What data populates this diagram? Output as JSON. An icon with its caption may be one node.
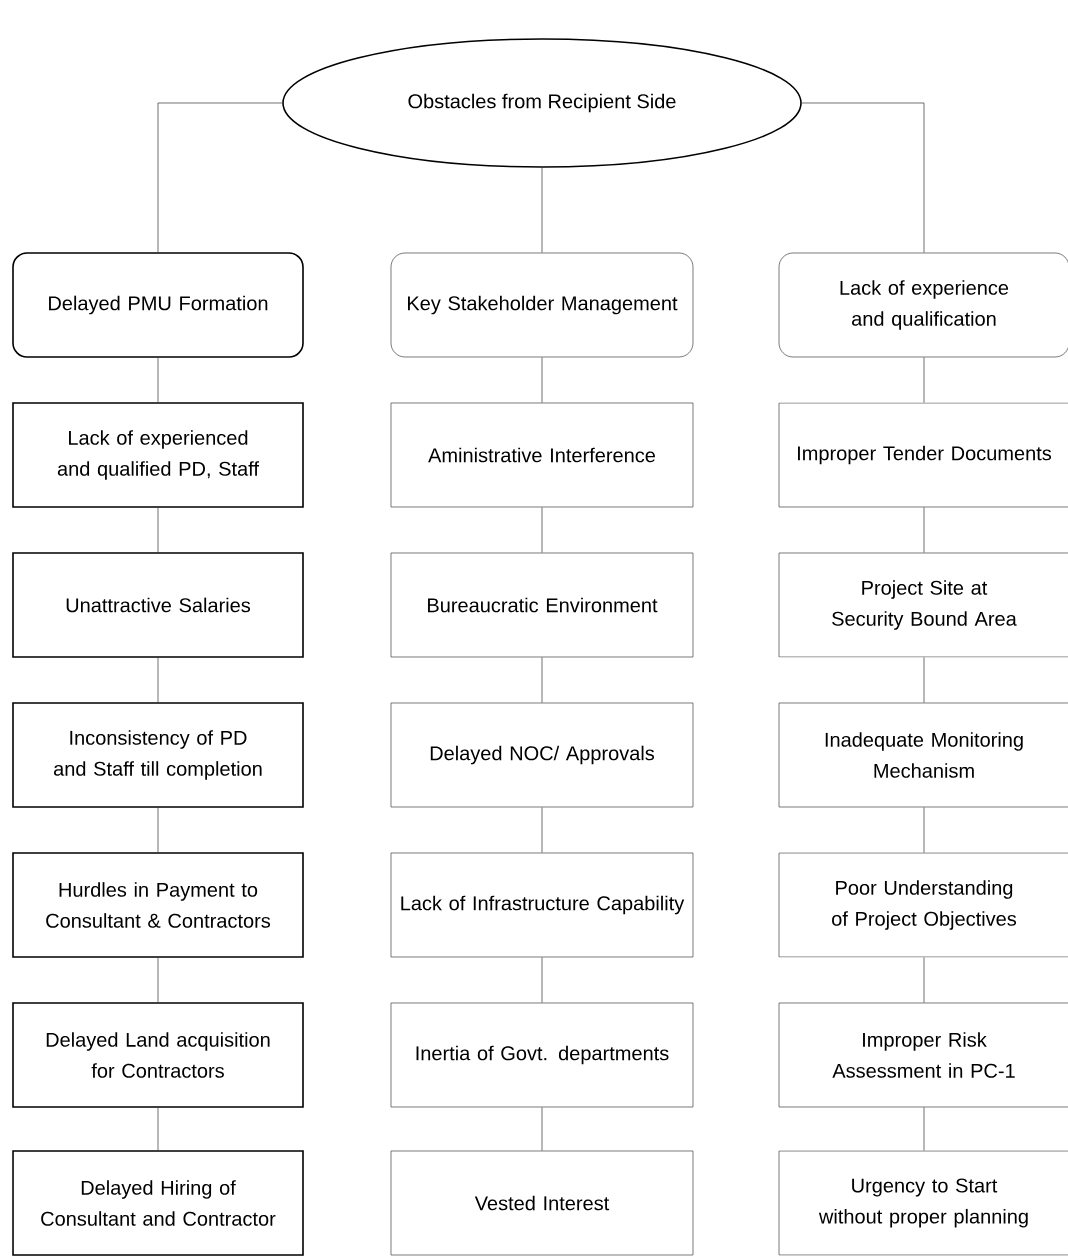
{
  "diagram": {
    "nodes": [
      {
        "text": [
          "Obstacles from Recipient Side"
        ]
      },
      {
        "text": [
          "Delayed PMU Formation"
        ]
      },
      {
        "text": [
          "Key Stakeholder Management"
        ]
      },
      {
        "text": [
          "Lack of experience and qualification"
        ]
      },
      {
        "text": [
          "Lack of experienced and qualified PD, Staff"
        ]
      },
      {
        "text": [
          "Aministrative Interference"
        ]
      },
      {
        "text": [
          "Improper Tender Documents"
        ]
      },
      {
        "text": [
          "Unattractive Salaries"
        ]
      },
      {
        "text": [
          "Bureaucratic Environment"
        ]
      },
      {
        "text": [
          "Project Site at Security Bound Area"
        ]
      },
      {
        "text": [
          "Inconsistency of PD and Staff till completion"
        ]
      },
      {
        "text": [
          "Delayed NOC/ Approvals"
        ]
      },
      {
        "text": [
          "Inadequate Monitoring Mechanism"
        ]
      },
      {
        "text": [
          "Hurdles in Payment to Consultant & Contractors"
        ]
      },
      {
        "text": [
          "Lack of Infrastructure Capability"
        ]
      },
      {
        "text": [
          "Poor Understanding of Project Objectives"
        ]
      },
      {
        "text": [
          "Delayed Land acquisition for Contractors"
        ]
      },
      {
        "text": [
          "Inertia of Govt. departments"
        ]
      },
      {
        "text": [
          "Improper Risk Assessment in PC-1"
        ]
      },
      {
        "text": [
          "Delayed Hiring of Consultant and Contractor"
        ]
      },
      {
        "text": [
          "Vested Interest"
        ]
      },
      {
        "text": [
          "Urgency to Start without proper planning"
        ]
      }
    ],
    "edges": [
      {
        "from": 0,
        "to": 1,
        "arrow": "none"
      },
      {
        "from": 0,
        "to": 2,
        "arrow": "none"
      },
      {
        "from": 0,
        "to": 3,
        "arrow": "none"
      },
      {
        "from": 1,
        "to": 4,
        "arrow": "none"
      },
      {
        "from": 4,
        "to": 7,
        "arrow": "none"
      },
      {
        "from": 7,
        "to": 10,
        "arrow": "none"
      },
      {
        "from": 10,
        "to": 13,
        "arrow": "none"
      },
      {
        "from": 13,
        "to": 16,
        "arrow": "none"
      },
      {
        "from": 16,
        "to": 19,
        "arrow": "none"
      },
      {
        "from": 2,
        "to": 5,
        "arrow": "none"
      },
      {
        "from": 5,
        "to": 8,
        "arrow": "none"
      },
      {
        "from": 8,
        "to": 11,
        "arrow": "none"
      },
      {
        "from": 11,
        "to": 14,
        "arrow": "none"
      },
      {
        "from": 14,
        "to": 17,
        "arrow": "none"
      },
      {
        "from": 17,
        "to": 20,
        "arrow": "none"
      },
      {
        "from": 3,
        "to": 6,
        "arrow": "none"
      },
      {
        "from": 6,
        "to": 9,
        "arrow": "none"
      },
      {
        "from": 9,
        "to": 12,
        "arrow": "none"
      },
      {
        "from": 12,
        "to": 15,
        "arrow": "none"
      },
      {
        "from": 15,
        "to": 18,
        "arrow": "none"
      },
      {
        "from": 18,
        "to": 21,
        "arrow": "none"
      }
    ]
  }
}
